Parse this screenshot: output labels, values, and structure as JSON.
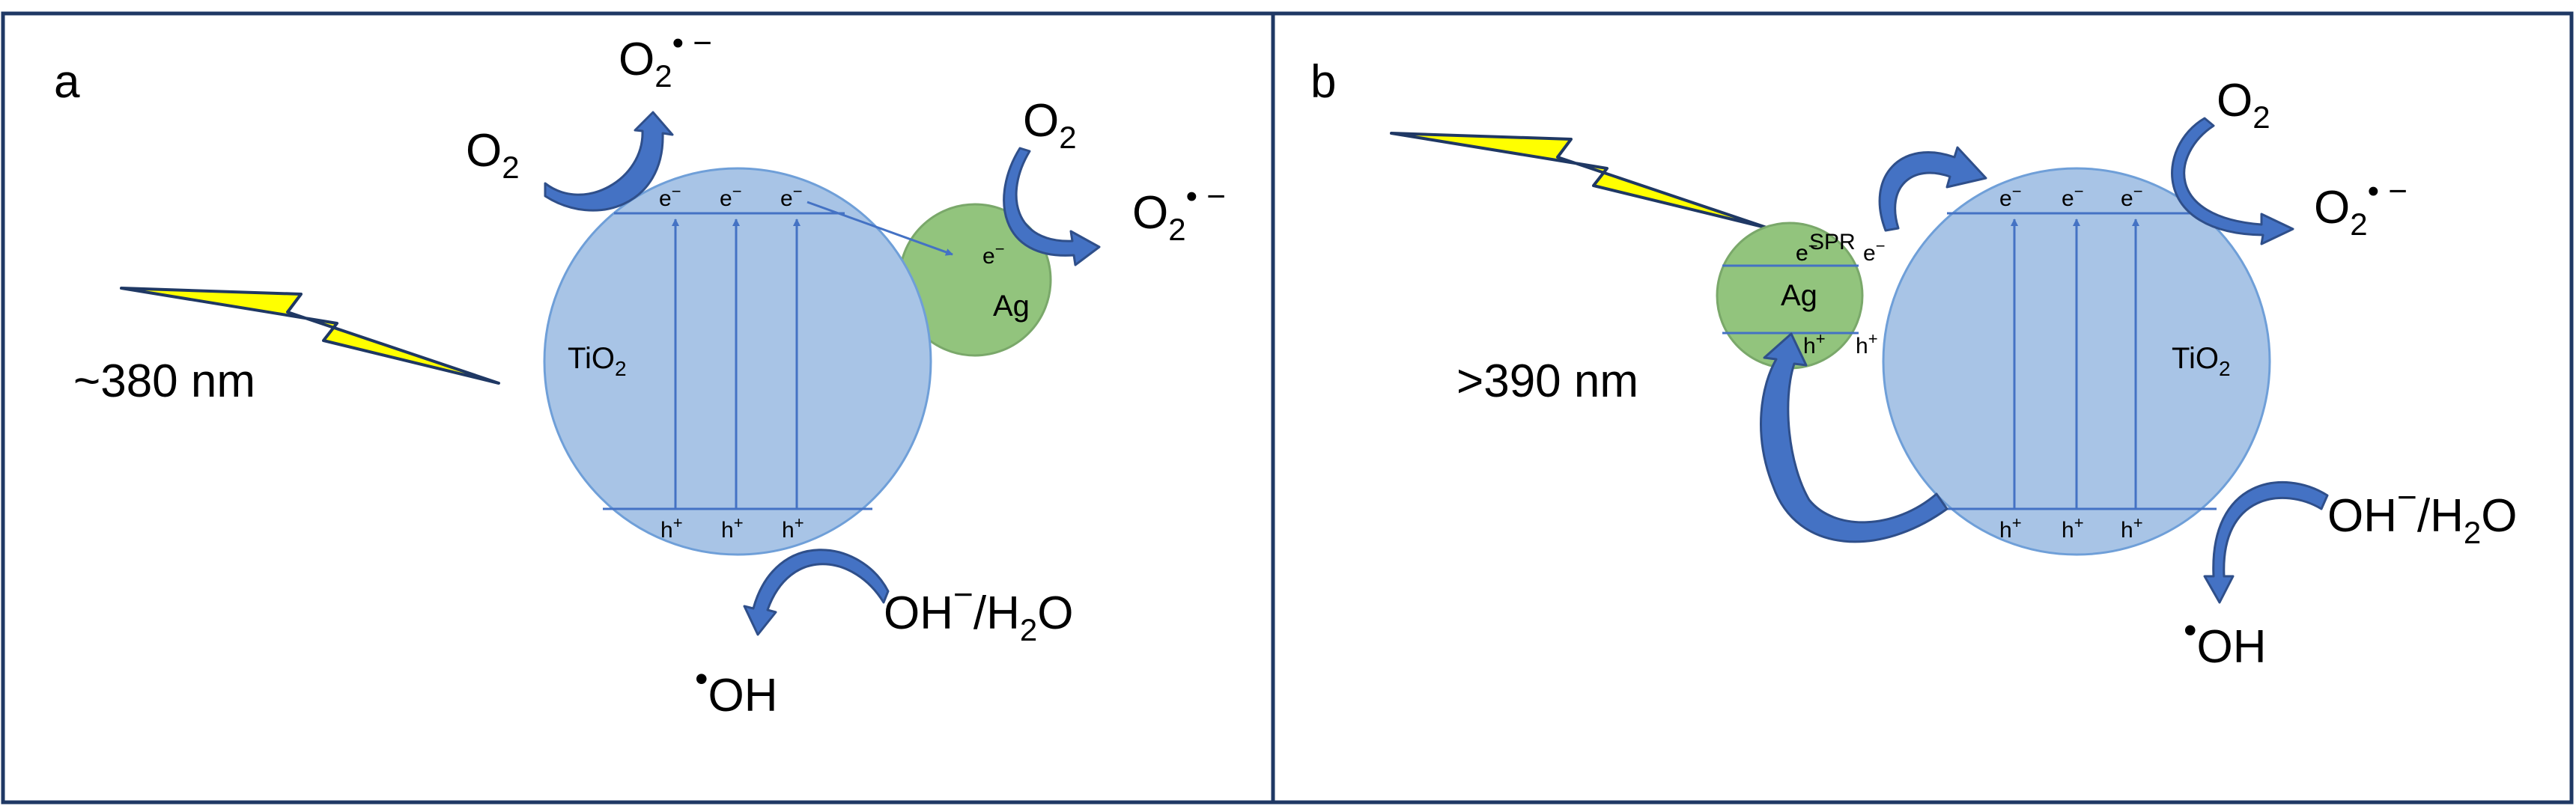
{
  "colors": {
    "frame": "#1f3864",
    "tio2_fill": "#a8c4e6",
    "tio2_stroke": "#6f9fd8",
    "ag_fill": "#92c47d",
    "ag_stroke": "#7aa86a",
    "band_line": "#4472c4",
    "curved_arrow": "#4472c4",
    "curved_arrow_edge": "#2f4f8a",
    "lightning": "#ffff00",
    "lightning_edge": "#1f3864"
  },
  "panel_a": {
    "label": "a",
    "wavelength": "~380 nm",
    "tio2": "TiO",
    "tio2_sub": "2",
    "ag": "Ag",
    "electron": "e",
    "electron_sup": "−",
    "hole": "h",
    "hole_sup": "+",
    "o2": "O",
    "o2_sub": "2",
    "superoxide_sup": "• −",
    "hydroxide": "OH",
    "hydroxide_sup": "−",
    "slash_h2o": "/H",
    "h2o_sub": "2",
    "h2o_o": "O",
    "radical_dot": "•",
    "oh": "OH"
  },
  "panel_b": {
    "label": "b",
    "wavelength": ">390 nm",
    "tio2": "TiO",
    "tio2_sub": "2",
    "ag": "Ag",
    "spr": "SPR",
    "electron": "e",
    "electron_sup": "−",
    "hole": "h",
    "hole_sup": "+",
    "o2": "O",
    "o2_sub": "2",
    "superoxide_sup": "• −",
    "hydroxide": "OH",
    "hydroxide_sup": "−",
    "slash_h2o": "/H",
    "h2o_sub": "2",
    "h2o_o": "O",
    "radical_dot": "•",
    "oh": "OH"
  }
}
